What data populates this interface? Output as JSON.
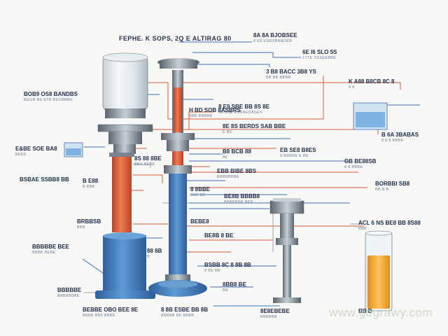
{
  "title": "FEPHE. K SOPS, 2Q  E ALTIRAG 80",
  "watermark": "www.gograwy.com",
  "colors": {
    "red_line": "#d9583b",
    "blue_line": "#3e6fc2",
    "column_red": "#e0653f",
    "column_blue": "#4a86c5",
    "base_blue": "#3f7fc1",
    "liquid": "#f2a93a",
    "glass": "#dfe6ea",
    "steel": "#8f9aa5"
  },
  "labels": {
    "top_mid": {
      "title": "8A 8A BJOBSEE",
      "sub": "8 E8 ESBDBRBOEB"
    },
    "right_top1": {
      "title": "6E I6 SLO 5S",
      "sub": "1TTE SSSEEBBE"
    },
    "right_top2": {
      "title": "3 B8 BACC 3B8 YS",
      "sub": "BB BB BBBB"
    },
    "right_top3": {
      "title": "K A88 B8CB 8C 8",
      "sub": "8 8"
    },
    "left_a": {
      "title": "BOB9 OS8 BANDBS",
      "sub": "BEGR BE ETB BEOBBBE"
    },
    "mid_a": {
      "title": "8 E9 SBE BB  8S 8E",
      "sub": "8A BSE ESBREDASES"
    },
    "mid_b": {
      "title": "H BD SOB 8ASBRS",
      "sub": "SBB BBBRE"
    },
    "mid_c": {
      "title": "8E 8S BERDS SAB BBE",
      "sub": "E BE"
    },
    "mid_d": {
      "title": "B8 BCB 88",
      "sub": "8E"
    },
    "mid_e": {
      "title": "EB SE8 B8ES",
      "sub": "8 BBBRE E BE"
    },
    "left_b": {
      "title": "E&BE SOE BA8",
      "sub": "BEEE"
    },
    "mid_f": {
      "title": "8S 88 8BE",
      "sub": "BBS BEBE"
    },
    "mid_g": {
      "title": "EBB BIBE 8BS",
      "sub": "BBBBBBBE"
    },
    "right_a": {
      "title": "B 6A 3BABAS",
      "sub": "8 8 8 BBBE"
    },
    "right_b": {
      "title": "GB BE88SB",
      "sub": "8 8 BBBE"
    },
    "right_c": {
      "title": "BORBBI SB8",
      "sub": "BB B B"
    },
    "left_c": {
      "title": "BSBAE SSBB8 BB",
      "sub": ""
    },
    "mid_h": {
      "title": "B E88",
      "sub": "B BBB"
    },
    "mid_i": {
      "title": "8 8BBE",
      "sub": "BBE BE"
    },
    "right_d": {
      "title": "BE8B BBBB8",
      "sub": "BBBBBBB BEB"
    },
    "mid_j": {
      "title": "BEBE8",
      "sub": ""
    },
    "left_d": {
      "title": "BRBBSB",
      "sub": "BBB"
    },
    "right_e": {
      "title": "ACL 6 NS BE8 BB 8S88",
      "sub": "BBB"
    },
    "mid_k": {
      "title": "BE8B 8 BE",
      "sub": ""
    },
    "left_e": {
      "title": "BBBBBE BEE",
      "sub": "BBBB BEBE"
    },
    "mid_l": {
      "title": "88 8B",
      "sub": "B"
    },
    "mid_m": {
      "title": "BSBB 8C 8 8B 8B",
      "sub": "8 BE BB"
    },
    "mid_n": {
      "title": "8BB8 BE",
      "sub": "BB"
    },
    "left_f": {
      "title": "BBBBBE",
      "sub": "BBBBBBBE"
    },
    "bot_a": {
      "title": "BEBBE OBO BEE 8E",
      "sub": "BBBB BB8 BBBE"
    },
    "bot_b": {
      "title": "8 8B ESBE BB 8B",
      "sub": "BBBBB BE BBBB"
    },
    "bot_c": {
      "title": "8E8EBEBE",
      "sub": "BBBBBB"
    },
    "bot_d": {
      "title": "BB B",
      "sub": ""
    }
  }
}
